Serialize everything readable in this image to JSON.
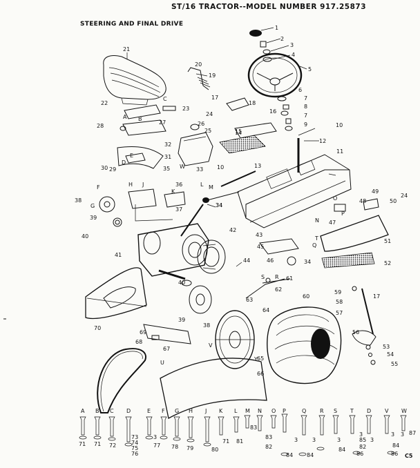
{
  "header": {
    "title": "ST/16 TRACTOR--MODEL NUMBER 917.25873",
    "subtitle": "STEERING AND FINAL DRIVE",
    "corner_code": "C5"
  },
  "callouts": [
    "1",
    "2",
    "3",
    "4",
    "5",
    "6",
    "7",
    "8",
    "7",
    "9",
    "10",
    "11",
    "12",
    "13",
    "14",
    "15",
    "16",
    "17",
    "18",
    "19",
    "20",
    "21",
    "22",
    "23",
    "24",
    "25",
    "26",
    "27",
    "28",
    "29",
    "30",
    "31",
    "32",
    "33",
    "34",
    "35",
    "36",
    "37",
    "38",
    "39",
    "40",
    "41",
    "42",
    "43",
    "44",
    "45",
    "46",
    "47",
    "48",
    "49",
    "50",
    "51",
    "52",
    "53",
    "54",
    "55",
    "56",
    "57",
    "58",
    "59",
    "60",
    "61",
    "62",
    "63",
    "64",
    "65",
    "66",
    "67",
    "68",
    "69",
    "70",
    "24",
    "17",
    "10",
    "34",
    "34",
    "40",
    "39",
    "38"
  ],
  "letter_refs": [
    "A",
    "B",
    "C",
    "D",
    "E",
    "F",
    "G",
    "H",
    "J",
    "K",
    "L",
    "M",
    "N",
    "O",
    "P",
    "Q",
    "R",
    "S",
    "T",
    "U",
    "V",
    "W",
    "Y"
  ],
  "hardware_row": {
    "letters": [
      "A",
      "B",
      "C",
      "D",
      "E",
      "F",
      "G",
      "H",
      "J",
      "K",
      "L",
      "M",
      "N",
      "O",
      "P",
      "Q",
      "R",
      "S",
      "T",
      "D",
      "V",
      "W"
    ],
    "lower_callouts": [
      "71",
      "71",
      "72",
      "73",
      "74",
      "75",
      "76",
      "77",
      "3",
      "78",
      "79",
      "80",
      "81",
      "71",
      "83",
      "82",
      "83",
      "3",
      "84",
      "84",
      "3",
      "86",
      "3",
      "84",
      "3",
      "3",
      "85",
      "82",
      "3",
      "86",
      "84",
      "3",
      "87"
    ]
  }
}
